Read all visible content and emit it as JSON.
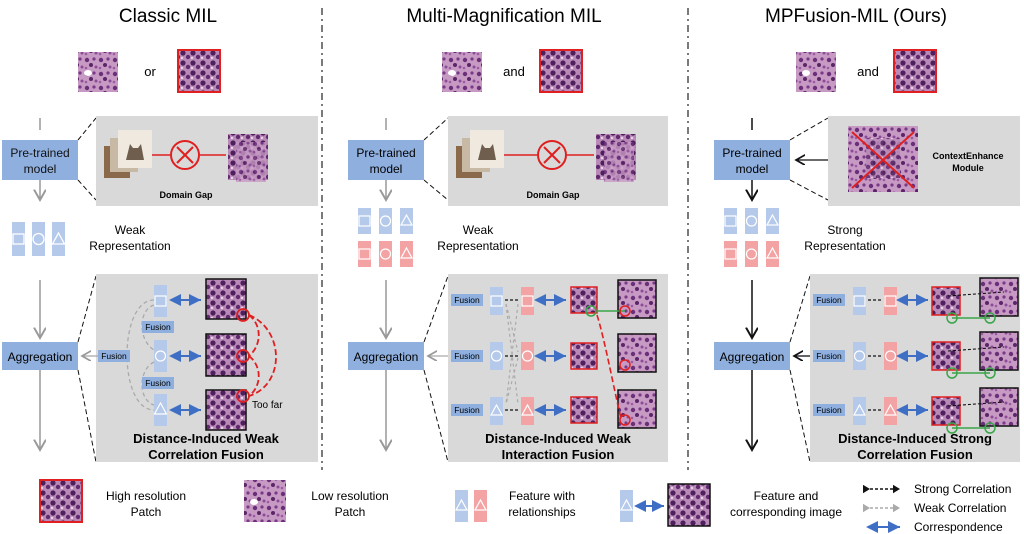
{
  "columns": [
    {
      "title": "Classic MIL",
      "patch_joiner": "or",
      "model_label_line1": "Pre-trained",
      "model_label_line2": "model",
      "gap_label": "Domain Gap",
      "rep_label_line1": "Weak",
      "rep_label_line2": "Representation",
      "aggregation_label": "Aggregation",
      "fusion_label": "Fusion",
      "extra_label": "Too far",
      "bottom_line1": "Distance-Induced Weak",
      "bottom_line2": "Correlation Fusion"
    },
    {
      "title": "Multi-Magnification MIL",
      "patch_joiner": "and",
      "model_label_line1": "Pre-trained",
      "model_label_line2": "model",
      "gap_label": "Domain Gap",
      "rep_label_line1": "Weak",
      "rep_label_line2": "Representation",
      "aggregation_label": "Aggregation",
      "fusion_label": "Fusion",
      "bottom_line1": "Distance-Induced Weak",
      "bottom_line2": "Interaction Fusion"
    },
    {
      "title": "MPFusion-MIL (Ours)",
      "patch_joiner": "and",
      "model_label_line1": "Pre-trained",
      "model_label_line2": "model",
      "module_label_line1": "ContextEnhance",
      "module_label_line2": "Module",
      "rep_label_line1": "Strong",
      "rep_label_line2": "Representation",
      "aggregation_label": "Aggregation",
      "fusion_label": "Fusion",
      "bottom_line1": "Distance-Induced Strong",
      "bottom_line2": "Correlation Fusion"
    }
  ],
  "legend": {
    "high_res_line1": "High resolution",
    "high_res_line2": "Patch",
    "low_res_line1": "Low resolution",
    "low_res_line2": "Patch",
    "feature_rel_line1": "Feature with",
    "feature_rel_line2": "relationships",
    "feature_img_line1": "Feature and",
    "feature_img_line2": "corresponding image",
    "strong_corr": "Strong Correlation",
    "weak_corr": "Weak Correlation",
    "correspondence": "Correspondence"
  },
  "colors": {
    "blue_box": "#8fb0df",
    "blue_feature": "#b5c9ea",
    "red_feature": "#f3a3a3",
    "panel_gray": "#d9d9d9",
    "tissue_purple": "#a46aa8",
    "red_border": "#e02020",
    "arrow_blue": "#3f6fc4",
    "green": "#3aa64a"
  }
}
